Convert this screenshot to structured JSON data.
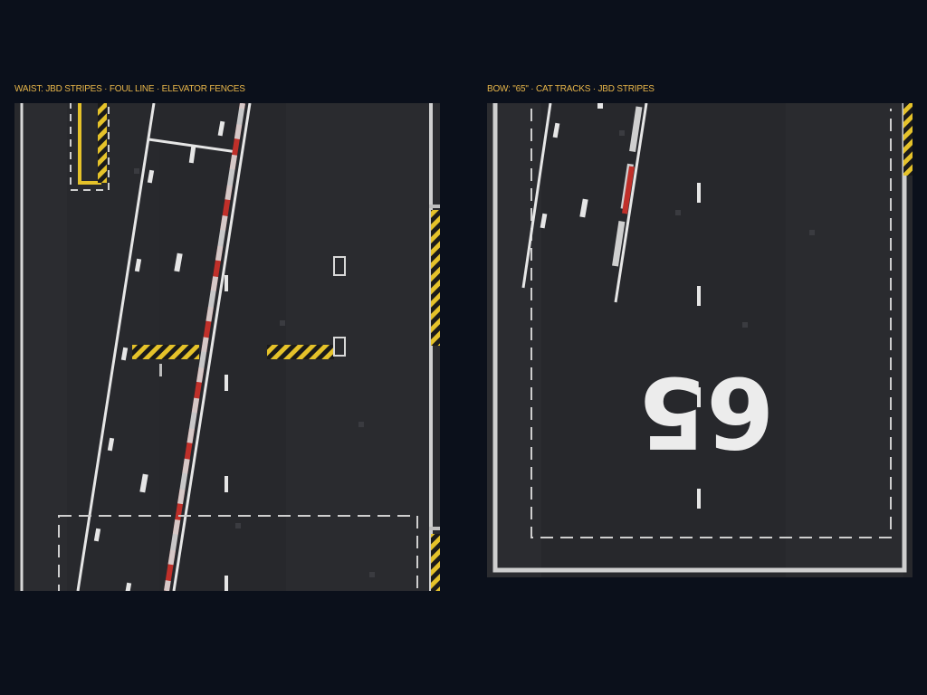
{
  "panels": [
    {
      "id": "waist",
      "caption": "WAIST: JBD STRIPES · FOUL LINE · ELEVATOR FENCES"
    },
    {
      "id": "bow",
      "caption": "BOW: \"65\" · CAT TRACKS · JBD STRIPES",
      "deck_number": "65"
    }
  ],
  "colors": {
    "caption": "#e8b64a",
    "background": "#0b101b",
    "deck_surface": "#2a2c30",
    "deck_marking_white": "#e6e6e6",
    "foul_line_red": "#c0302a",
    "hazard_yellow": "#e5c22a",
    "hazard_black": "#1a1a1a"
  }
}
